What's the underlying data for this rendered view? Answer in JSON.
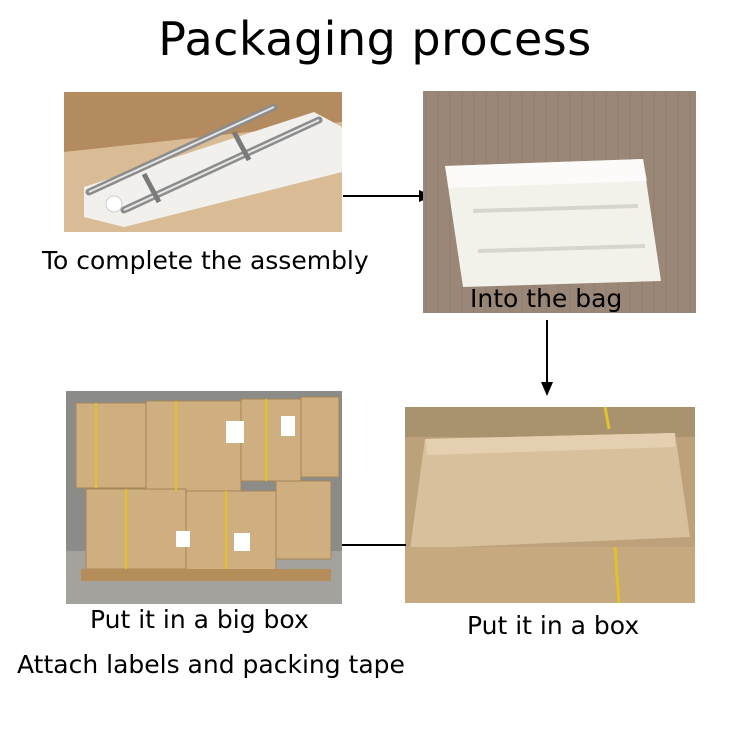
{
  "title": "Packaging process",
  "steps": [
    {
      "caption": "To complete the assembly"
    },
    {
      "caption": "Into the bag"
    },
    {
      "caption": "Put it in a box"
    },
    {
      "caption_lines": [
        "Put it in a big box",
        "Attach labels and packing tape"
      ]
    }
  ]
}
